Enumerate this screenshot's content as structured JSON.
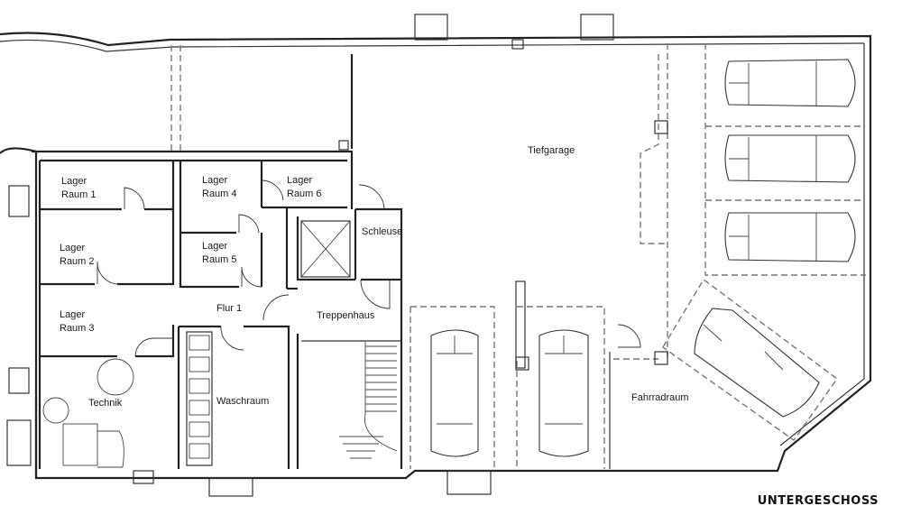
{
  "plan": {
    "title": "UNTERGESCHOSS",
    "rooms": {
      "lager1": "Lager\nRaum 1",
      "lager2": "Lager\nRaum 2",
      "lager3": "Lager\nRaum 3",
      "lager4": "Lager\nRaum 4",
      "lager5": "Lager\nRaum 5",
      "lager6": "Lager\nRaum 6",
      "flur": "Flur 1",
      "technik": "Technik",
      "waschraum": "Waschraum",
      "schleuse": "Schleuse",
      "treppenhaus": "Treppenhaus",
      "tiefgarage": "Tiefgarage",
      "fahrradraum": "Fahrradraum"
    }
  }
}
